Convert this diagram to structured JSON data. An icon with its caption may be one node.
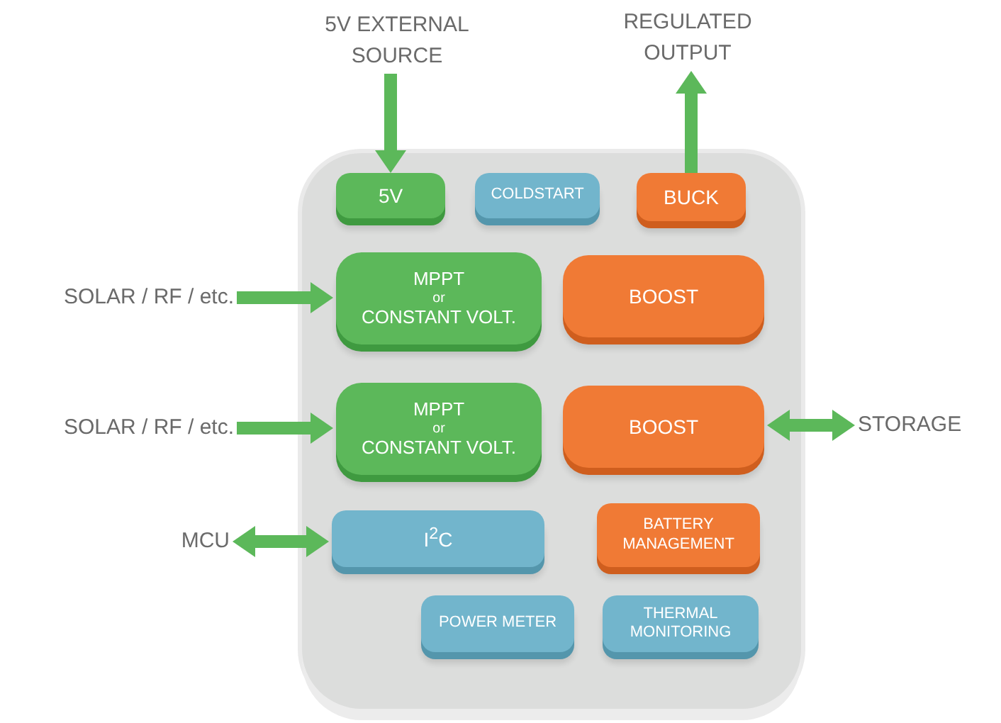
{
  "diagram": {
    "nodes": [
      {
        "text": [],
        "shape": "box"
      },
      {
        "text": [
          "5V"
        ],
        "in": 0
      },
      {
        "text": [
          "COLDSTART"
        ],
        "in": 0
      },
      {
        "text": [
          "BUCK"
        ],
        "in": 0
      },
      {
        "text": [
          "MPPT",
          "or",
          "CONSTANT VOLT."
        ],
        "in": 0
      },
      {
        "text": [
          "BOOST"
        ],
        "in": 0
      },
      {
        "text": [
          "MPPT",
          "or",
          "CONSTANT VOLT."
        ],
        "in": 0
      },
      {
        "text": [
          "BOOST"
        ],
        "in": 0
      },
      {
        "text": [
          "I$^{2}$C"
        ],
        "in": 0
      },
      {
        "text": [
          "BATTERY MANAGEMENT"
        ],
        "in": 0
      },
      {
        "text": [
          "POWER METER"
        ],
        "in": 0
      },
      {
        "text": [
          "THERMAL MONITORING"
        ],
        "in": 0
      },
      {
        "text": [
          "5V EXTERNAL SOURCE"
        ]
      },
      {
        "text": [
          "REGULATED OUTPUT"
        ]
      },
      {
        "text": [
          "SOLAR / RF / etc."
        ]
      },
      {
        "text": [
          "SOLAR / RF / etc."
        ]
      },
      {
        "text": [
          "STORAGE"
        ]
      },
      {
        "text": [
          "MCU"
        ]
      }
    ],
    "edges": [
      {
        "from": 12,
        "to": 1,
        "arrow": "to"
      },
      {
        "from": 3,
        "to": 13,
        "arrow": "to"
      },
      {
        "from": 14,
        "to": 4,
        "arrow": "to"
      },
      {
        "from": 15,
        "to": 6,
        "arrow": "to"
      },
      {
        "from": 7,
        "to": 16,
        "arrow": "both"
      },
      {
        "from": 17,
        "to": 8,
        "arrow": "both"
      }
    ]
  }
}
